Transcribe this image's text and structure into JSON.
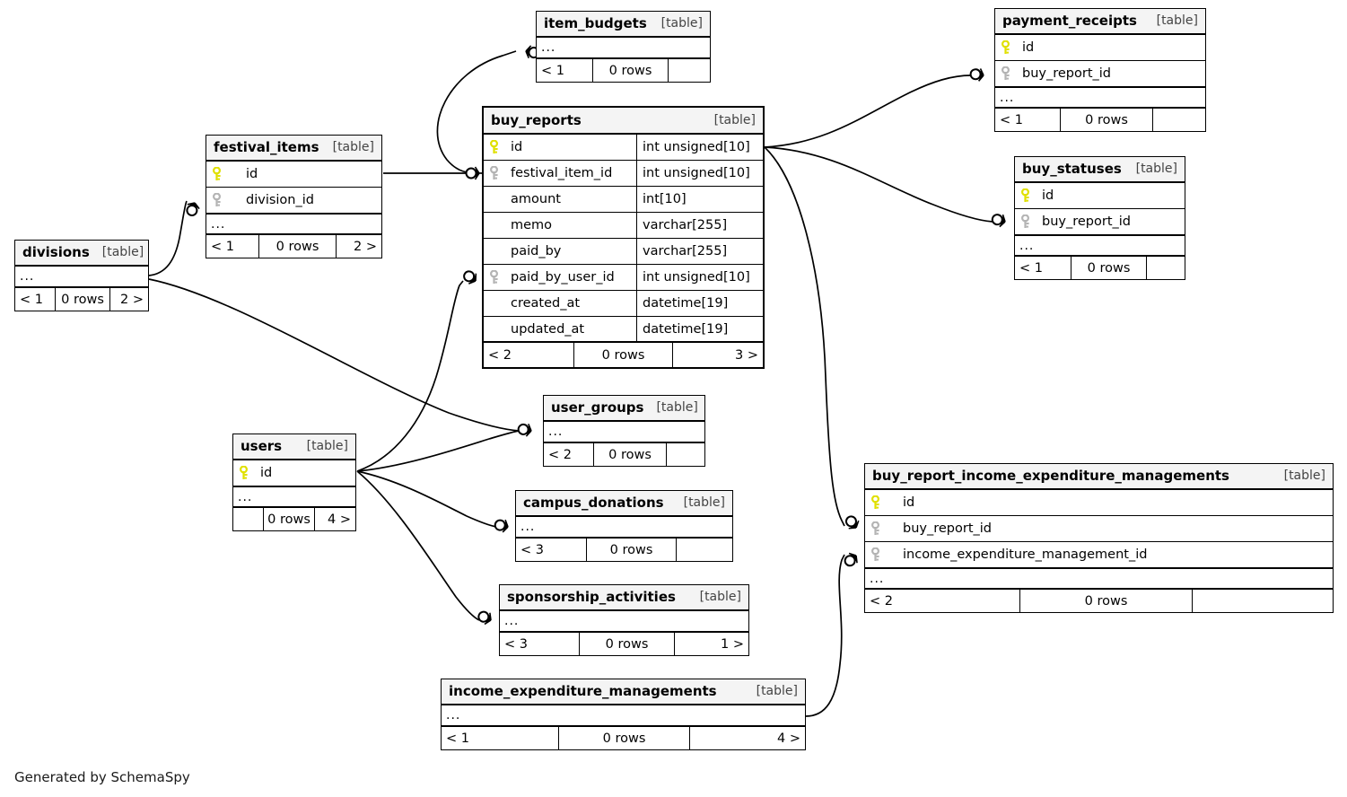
{
  "diagram": {
    "credit": "Generated by SchemaSpy",
    "table_kind_label": "[table]",
    "ellipsis": "...",
    "rows_label": "0 rows",
    "colors": {
      "pk_key": "#e8e800",
      "fk_key": "#b0b0b0",
      "header_bg": "#f4f4f4",
      "border": "#000000",
      "background": "#ffffff"
    }
  },
  "tables": {
    "item_budgets": {
      "name": "item_budgets",
      "kind": "[table]",
      "ellipsis": "...",
      "footer": {
        "left": "< 1",
        "mid": "0 rows",
        "right": ""
      }
    },
    "payment_receipts": {
      "name": "payment_receipts",
      "kind": "[table]",
      "ellipsis": "...",
      "columns": [
        {
          "key": "pk",
          "name": "id"
        },
        {
          "key": "fk",
          "name": "buy_report_id"
        }
      ],
      "footer": {
        "left": "< 1",
        "mid": "0 rows",
        "right": ""
      }
    },
    "buy_statuses": {
      "name": "buy_statuses",
      "kind": "[table]",
      "ellipsis": "...",
      "columns": [
        {
          "key": "pk",
          "name": "id"
        },
        {
          "key": "fk",
          "name": "buy_report_id"
        }
      ],
      "footer": {
        "left": "< 1",
        "mid": "0 rows",
        "right": ""
      }
    },
    "festival_items": {
      "name": "festival_items",
      "kind": "[table]",
      "ellipsis": "...",
      "columns": [
        {
          "key": "pk",
          "name": "id"
        },
        {
          "key": "fk",
          "name": "division_id"
        }
      ],
      "footer": {
        "left": "< 1",
        "mid": "0 rows",
        "right": "2 >"
      }
    },
    "divisions": {
      "name": "divisions",
      "kind": "[table]",
      "ellipsis": "...",
      "footer": {
        "left": "< 1",
        "mid": "0 rows",
        "right": "2 >"
      }
    },
    "buy_reports": {
      "name": "buy_reports",
      "kind": "[table]",
      "columns": [
        {
          "key": "pk",
          "name": "id",
          "type": "int unsigned[10]"
        },
        {
          "key": "fk",
          "name": "festival_item_id",
          "type": "int unsigned[10]"
        },
        {
          "key": "none",
          "name": "amount",
          "type": "int[10]"
        },
        {
          "key": "none",
          "name": "memo",
          "type": "varchar[255]"
        },
        {
          "key": "none",
          "name": "paid_by",
          "type": "varchar[255]"
        },
        {
          "key": "fk",
          "name": "paid_by_user_id",
          "type": "int unsigned[10]"
        },
        {
          "key": "none",
          "name": "created_at",
          "type": "datetime[19]"
        },
        {
          "key": "none",
          "name": "updated_at",
          "type": "datetime[19]"
        }
      ],
      "footer": {
        "left": "< 2",
        "mid": "0 rows",
        "right": "3 >"
      }
    },
    "user_groups": {
      "name": "user_groups",
      "kind": "[table]",
      "ellipsis": "...",
      "footer": {
        "left": "< 2",
        "mid": "0 rows",
        "right": ""
      }
    },
    "campus_donations": {
      "name": "campus_donations",
      "kind": "[table]",
      "ellipsis": "...",
      "footer": {
        "left": "< 3",
        "mid": "0 rows",
        "right": ""
      }
    },
    "sponsorship_activities": {
      "name": "sponsorship_activities",
      "kind": "[table]",
      "ellipsis": "...",
      "footer": {
        "left": "< 3",
        "mid": "0 rows",
        "right": "1 >"
      }
    },
    "users": {
      "name": "users",
      "kind": "[table]",
      "ellipsis": "...",
      "columns": [
        {
          "key": "pk",
          "name": "id"
        }
      ],
      "footer": {
        "left": "",
        "mid": "0 rows",
        "right": "4 >"
      }
    },
    "income_expenditure_managements": {
      "name": "income_expenditure_managements",
      "kind": "[table]",
      "ellipsis": "...",
      "footer": {
        "left": "< 1",
        "mid": "0 rows",
        "right": "4 >"
      }
    },
    "buy_report_income_expenditure_managements": {
      "name": "buy_report_income_expenditure_managements",
      "kind": "[table]",
      "ellipsis": "...",
      "columns": [
        {
          "key": "pk",
          "name": "id"
        },
        {
          "key": "fk",
          "name": "buy_report_id"
        },
        {
          "key": "fk",
          "name": "income_expenditure_management_id"
        }
      ],
      "footer": {
        "left": "< 2",
        "mid": "0 rows",
        "right": ""
      }
    }
  },
  "relationships": [
    {
      "from": "buy_reports.id",
      "to": "item_budgets"
    },
    {
      "from": "buy_reports.id",
      "to": "payment_receipts.buy_report_id"
    },
    {
      "from": "buy_reports.id",
      "to": "buy_statuses.buy_report_id"
    },
    {
      "from": "buy_reports.id",
      "to": "buy_report_income_expenditure_managements.buy_report_id"
    },
    {
      "from": "festival_items.id",
      "to": "buy_reports.festival_item_id"
    },
    {
      "from": "divisions",
      "to": "festival_items.division_id"
    },
    {
      "from": "divisions",
      "to": "user_groups"
    },
    {
      "from": "users.id",
      "to": "user_groups"
    },
    {
      "from": "users.id",
      "to": "buy_reports.paid_by_user_id"
    },
    {
      "from": "users.id",
      "to": "campus_donations"
    },
    {
      "from": "users.id",
      "to": "sponsorship_activities"
    },
    {
      "from": "income_expenditure_managements",
      "to": "buy_report_income_expenditure_managements.income_expenditure_management_id"
    }
  ]
}
